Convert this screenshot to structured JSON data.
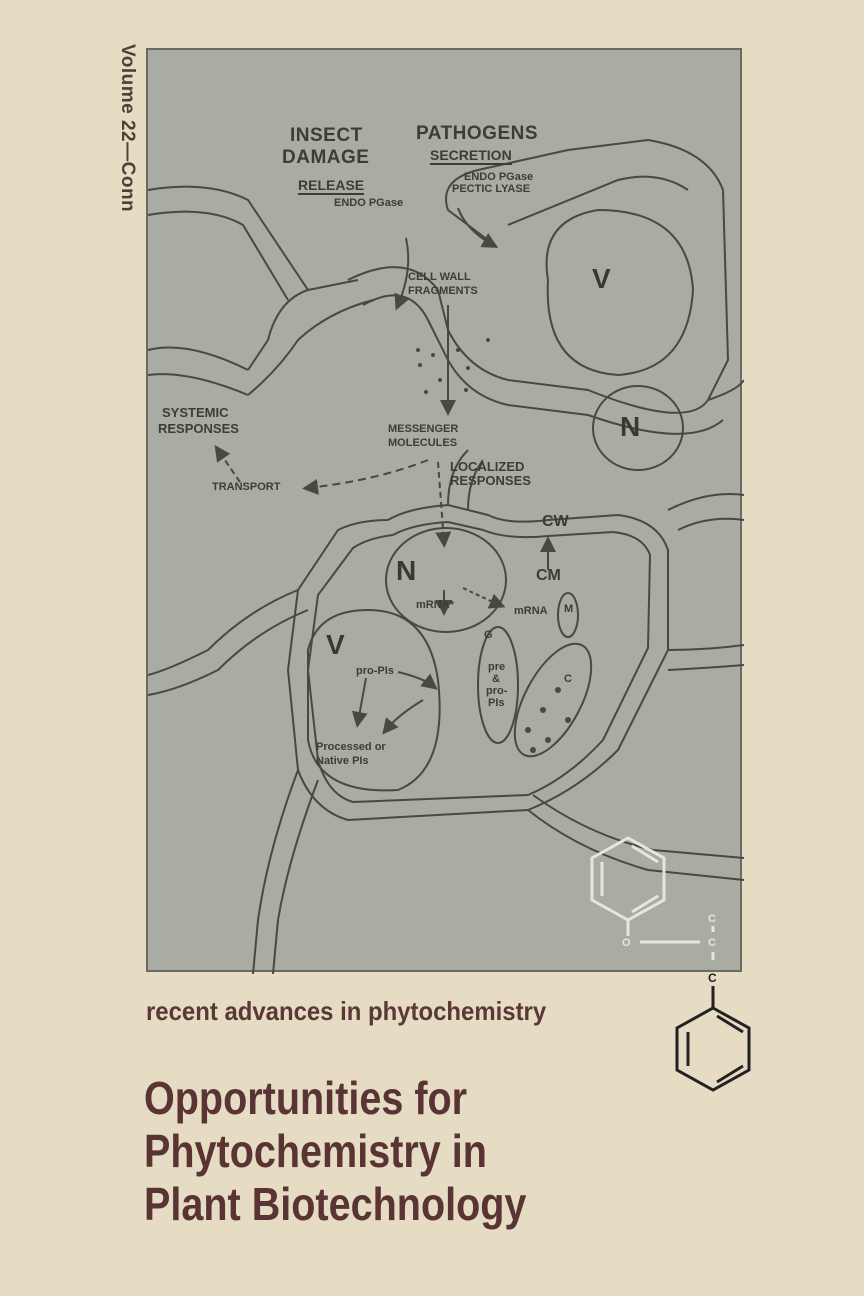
{
  "cover": {
    "spine_text": "Volume 22—Conn",
    "series_title": "recent advances in phytochemistry",
    "title_lines": [
      "Opportunities for",
      "Phytochemistry in",
      "Plant Biotechnology"
    ]
  },
  "illustration": {
    "labels": {
      "insect_damage_1": "INSECT",
      "insect_damage_2": "DAMAGE",
      "pathogens": "PATHOGENS",
      "secretion": "SECRETION",
      "release": "RELEASE",
      "endo_pgase_left": "ENDO PGase",
      "endo_pgase_right": "ENDO PGase",
      "pectic_lyase": "PECTIC LYASE",
      "cell_wall_1": "CELL WALL",
      "cell_wall_2": "FRAGMENTS",
      "systemic_1": "SYSTEMIC",
      "systemic_2": "RESPONSES",
      "messenger_1": "MESSENGER",
      "messenger_2": "MOLECULES",
      "localized_1": "LOCALIZED",
      "localized_2": "RESPONSES",
      "transport": "TRANSPORT",
      "vacuole_top": "V",
      "nucleus_top": "N",
      "cw": "CW",
      "cm": "CM",
      "nucleus_bottom": "N",
      "mrna_star": "mRNA*",
      "mrna": "mRNA",
      "m": "M",
      "g": "G",
      "c": "C",
      "vacuole_bottom": "V",
      "pro_pis": "pro-PIs",
      "pre_1": "pre",
      "pre_2": "&",
      "pre_3": "pro-",
      "pre_4": "PIs",
      "processed_1": "Processed or",
      "processed_2": "Native PIs"
    }
  },
  "molecule": {
    "atoms": [
      "O",
      "C",
      "C",
      "C"
    ]
  },
  "colors": {
    "background": "#e6dcc3",
    "illustration_bg": "#a8aca2",
    "title_color": "#5a3434",
    "line_color": "#3e3c36"
  }
}
